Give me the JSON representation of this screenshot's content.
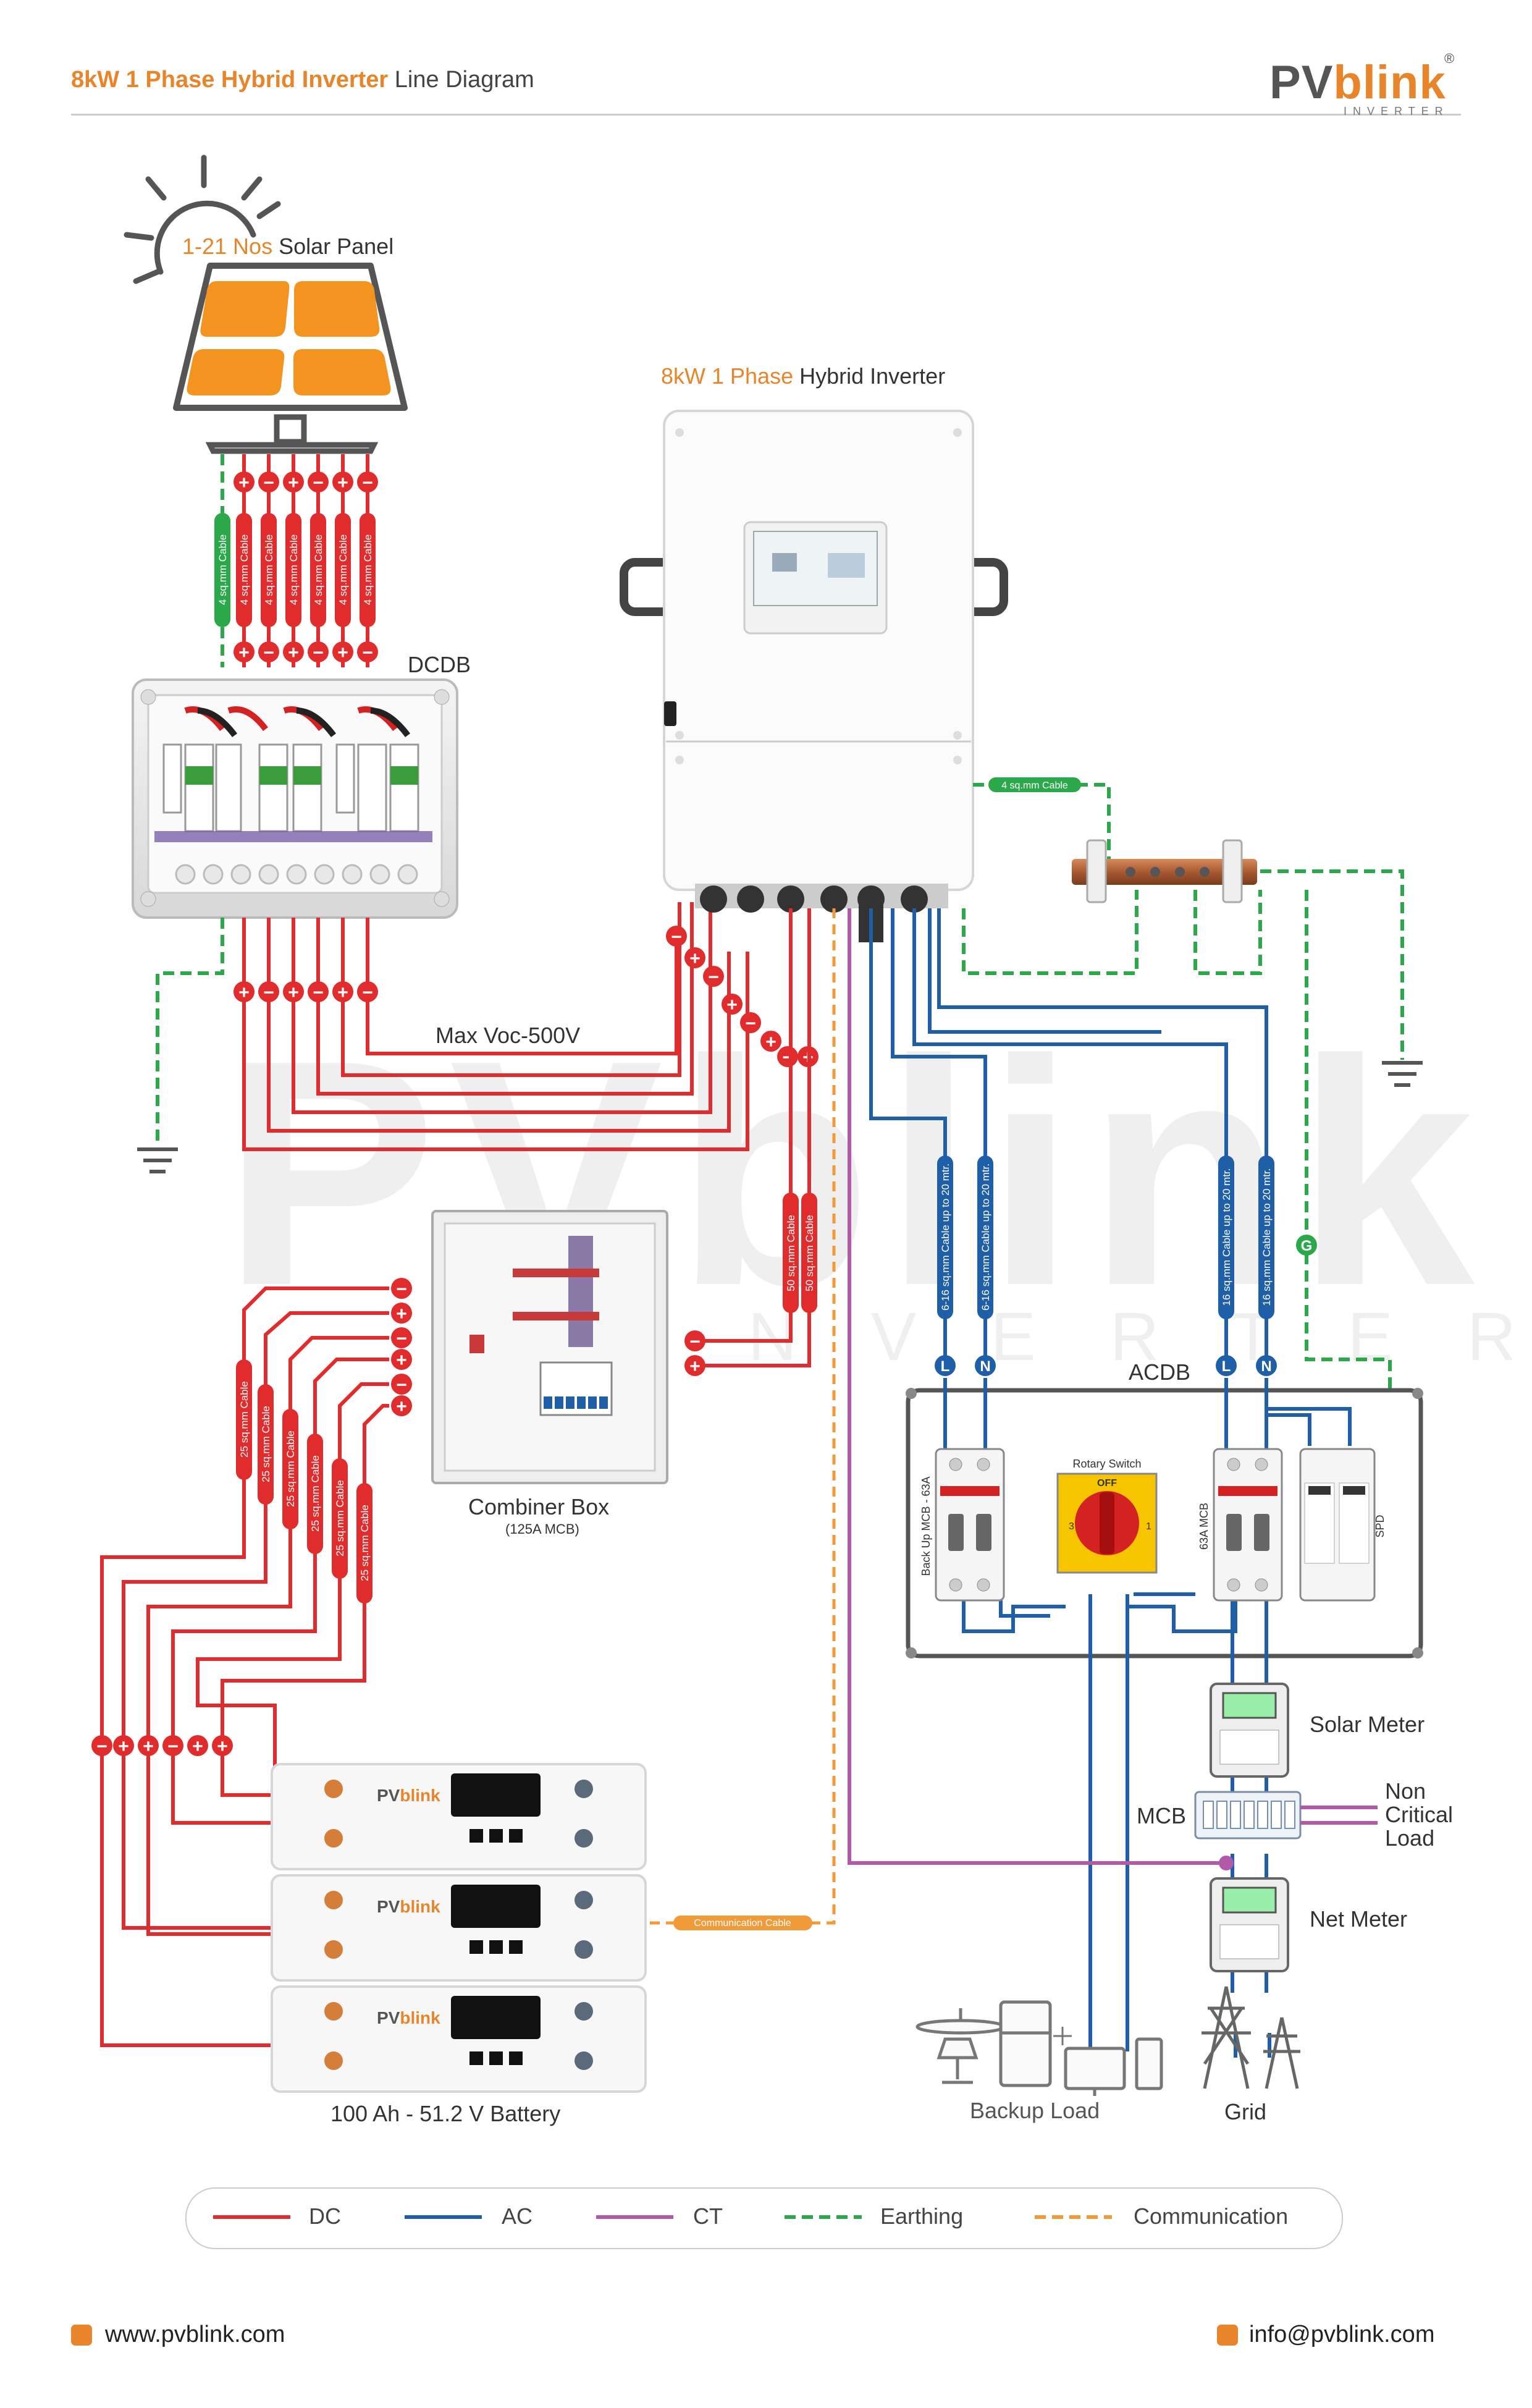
{
  "header": {
    "title_orange": "8kW 1 Phase Hybrid Inverter",
    "title_rest": " Line Diagram",
    "logo_pv": "PV",
    "logo_blink": "blink",
    "logo_sub": "INVERTER",
    "logo_reg": "®"
  },
  "solar": {
    "label_orange": "1-21 Nos",
    "label_rest": " Solar Panel",
    "cable": "4 sq.mm Cable"
  },
  "inverter": {
    "label_orange": "8kW 1 Phase",
    "label_rest": " Hybrid Inverter",
    "earth_cable": "4 sq.mm Cable"
  },
  "dcdb": {
    "label": "DCDB"
  },
  "voc": {
    "label": "Max Voc-500V"
  },
  "combiner": {
    "label": "Combiner Box",
    "sub": "(125A MCB)",
    "cable": "50 sq.mm Cable"
  },
  "battery": {
    "label": "100 Ah - 51.2 V Battery",
    "cable": "25 sq.mm Cable",
    "comm_cable": "Communication Cable"
  },
  "acdb": {
    "label": "ACDB",
    "cable_backup": "6-16 sq.mm Cable up to 20 mtr.",
    "cable_grid": "16 sq.mm Cable up to 20 mtr.",
    "backup_mcb": "Back Up MCB - 63A",
    "rotary": "Rotary Switch",
    "rotary_off": "OFF",
    "mcb_63": "63A MCB",
    "spd": "SPD",
    "l": "L",
    "n": "N",
    "g": "G"
  },
  "meters": {
    "solar": "Solar Meter",
    "mcb": "MCB",
    "non_critical": [
      "Non",
      "Critical",
      "Load"
    ],
    "net": "Net Meter"
  },
  "loads": {
    "backup": "Backup Load",
    "grid": "Grid"
  },
  "legend": [
    {
      "label": "DC",
      "color": "#e02c2c",
      "style": "solid"
    },
    {
      "label": "AC",
      "color": "#1f5fa8",
      "style": "solid"
    },
    {
      "label": "CT",
      "color": "#b25aa8",
      "style": "solid"
    },
    {
      "label": "Earthing",
      "color": "#2aa84a",
      "style": "dashed"
    },
    {
      "label": "Communication",
      "color": "#f09a3a",
      "style": "dashed"
    }
  ],
  "footer": {
    "web": "www.pvblink.com",
    "email": "info@pvblink.com"
  },
  "colors": {
    "dc": "#e02c2c",
    "ac": "#1f5fa8",
    "ct": "#b25aa8",
    "earth": "#2aa84a",
    "comm": "#f09a3a",
    "accent": "#e8852b"
  }
}
